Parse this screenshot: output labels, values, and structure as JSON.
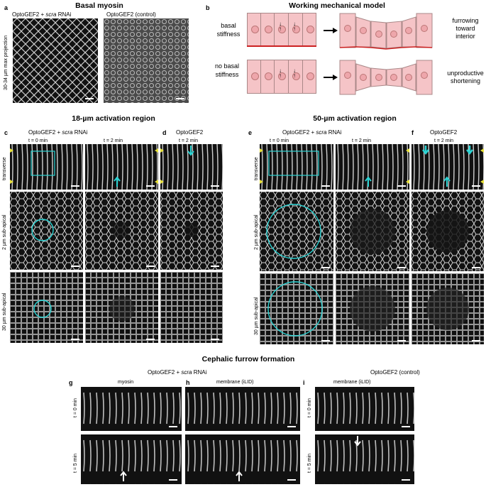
{
  "panel_a": {
    "letter": "a",
    "title": "Basal myosin",
    "left_label_prefix": "OptoGEF2 + ",
    "left_label_em": "scra",
    "left_label_suffix": " RNAi",
    "right_label": "OptoGEF2 (control)",
    "side_label": "30-34 µm max projection"
  },
  "panel_b": {
    "letter": "b",
    "title": "Working mechanical model",
    "row1_label": "basal stiffness",
    "row1_label_l1": "basal",
    "row1_label_l2": "stiffness",
    "row1_result_l1": "furrowing",
    "row1_result_l2": "toward",
    "row1_result_l3": "interior",
    "row2_label_l1": "no basal",
    "row2_label_l2": "stiffness",
    "row2_result_l1": "unproductive",
    "row2_result_l2": "shortening",
    "colors": {
      "cell_fill": "#f5c4c7",
      "basal_line": "#cc2222"
    }
  },
  "section_18": {
    "title": "18-µm activation region",
    "c": {
      "letter": "c",
      "header_prefix": "OptoGEF2 + ",
      "header_em": "scra",
      "header_suffix": " RNAi",
      "t0": "t = 0 min",
      "t2": "t = 2 min"
    },
    "d": {
      "letter": "d",
      "header": "OptoGEF2",
      "t2": "t = 2 min"
    },
    "rows": [
      "transverse",
      "2 µm sub-apical",
      "30 µm sub-apical"
    ]
  },
  "section_50": {
    "title": "50-µm activation region",
    "e": {
      "letter": "e",
      "header_prefix": "OptoGEF2 + ",
      "header_em": "scra",
      "header_suffix": " RNAi",
      "t0": "t = 0 min",
      "t2": "t = 2 min"
    },
    "f": {
      "letter": "f",
      "header": "OptoGEF2",
      "t2": "t = 2 min"
    },
    "rows": [
      "transverse",
      "2 µm sub-apical",
      "30 µm sub-apical"
    ]
  },
  "section_cf": {
    "title": "Cephalic furrow formation",
    "g": {
      "letter": "g",
      "header_prefix": "OptoGEF2 + ",
      "header_em": "scra",
      "header_suffix": " RNAi",
      "sub": "myosin"
    },
    "h": {
      "letter": "h",
      "sub": "membrane (iLID)"
    },
    "i": {
      "letter": "i",
      "header": "OptoGEF2 (control)",
      "sub": "membrane (iLID)"
    },
    "t0": "t = 0 min",
    "t5": "t = 5 min"
  },
  "colors": {
    "annotation_cyan": "#2ad4d4",
    "marker_yellow": "#e8e23a",
    "micrograph_bg": "#111111"
  }
}
